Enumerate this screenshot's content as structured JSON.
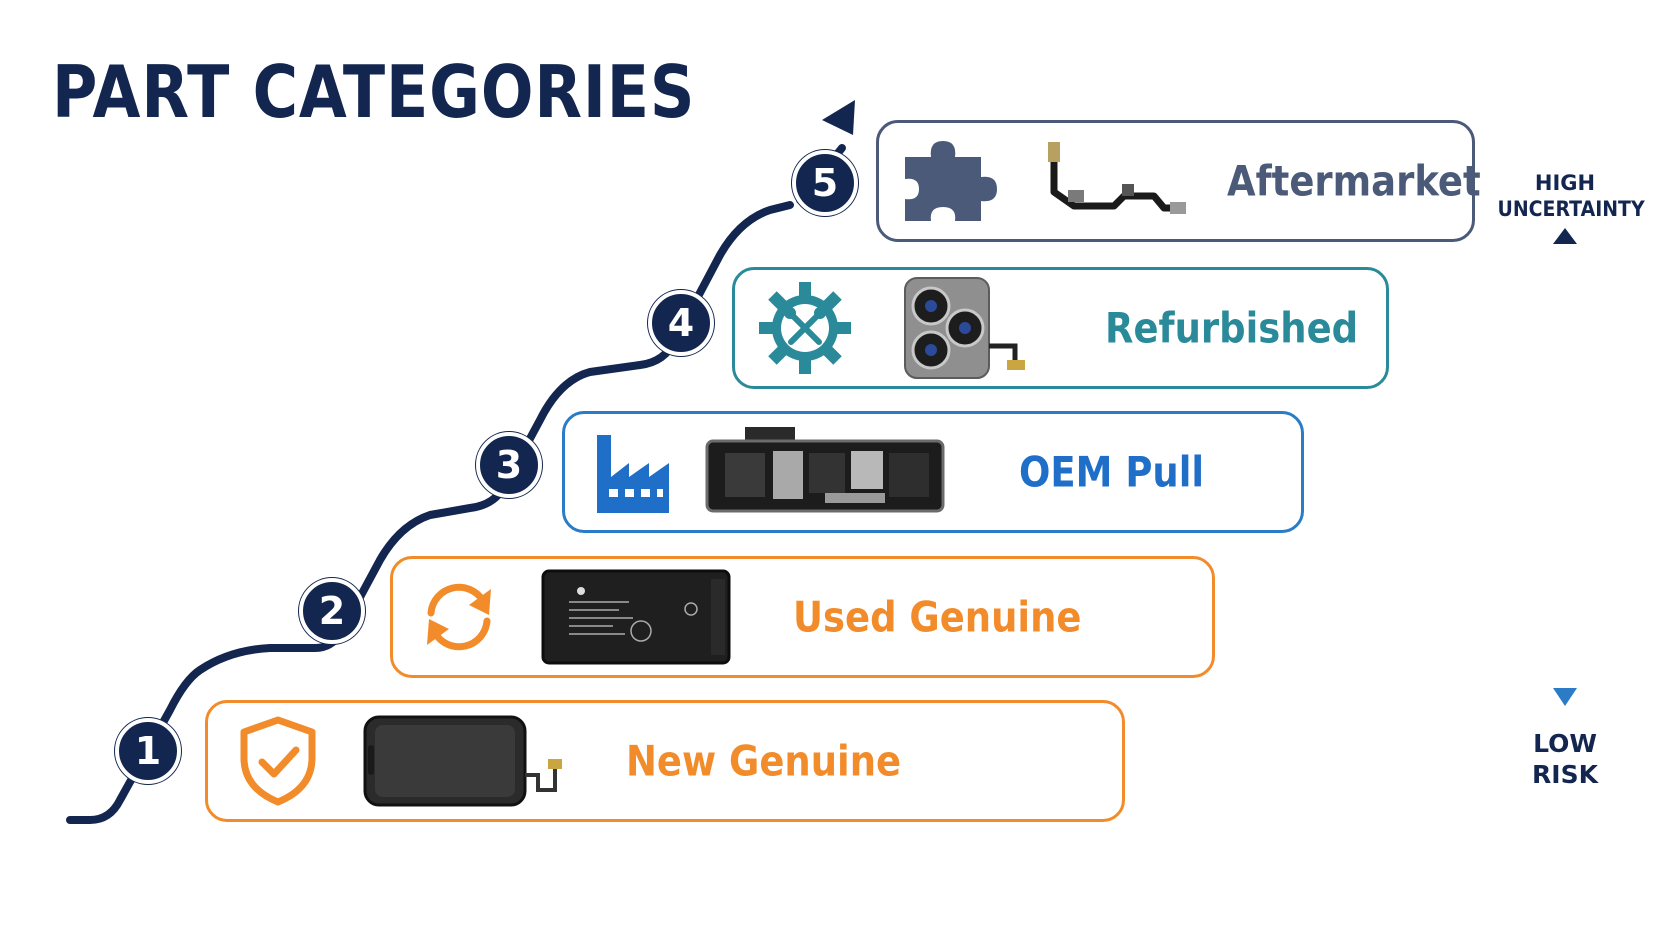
{
  "title": "PART CATEGORIES",
  "steps": [
    {
      "number": "1",
      "label": "New Genuine",
      "icon": "shield-check-icon",
      "product": "iphone-screen",
      "color": "#f28c2b"
    },
    {
      "number": "2",
      "label": "Used Genuine",
      "icon": "refresh-arrows-icon",
      "product": "iphone-battery",
      "color": "#f28c2b"
    },
    {
      "number": "3",
      "label": "OEM Pull",
      "icon": "factory-icon",
      "product": "logic-board",
      "color": "#2a7cc7"
    },
    {
      "number": "4",
      "label": "Refurbished",
      "icon": "gear-wrench-icon",
      "product": "camera-module",
      "color": "#2a8a9a"
    },
    {
      "number": "5",
      "label": "Aftermarket",
      "icon": "puzzle-piece-icon",
      "product": "flex-cable",
      "color": "#4a5a78"
    }
  ],
  "scale": {
    "top_label_line1": "HIGH",
    "top_label_line2": "UNCERTAINTY",
    "bottom_label_line1": "LOW",
    "bottom_label_line2": "RISK"
  },
  "colors": {
    "navy": "#13264f",
    "orange": "#f28c2b",
    "blue": "#2a7cc7",
    "teal": "#2a8a9a",
    "slate": "#4a5a78"
  }
}
